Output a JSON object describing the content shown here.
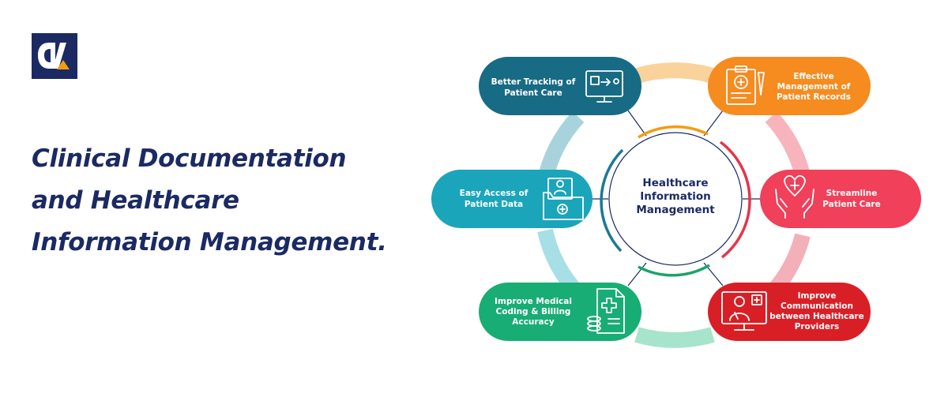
{
  "logo": {
    "name": "brand-logo",
    "colors": {
      "dark": "#1b2a63",
      "accent": "#f39c12"
    }
  },
  "headline": {
    "lines": [
      "Clinical Documentation",
      "and Healthcare",
      "Information Management."
    ]
  },
  "diagram": {
    "center": {
      "lines": [
        "Healthcare",
        "Information",
        "Management"
      ]
    },
    "nodes": [
      {
        "id": "tracking",
        "lines": [
          "Better Tracking of",
          "Patient Care"
        ],
        "color": "#186b84",
        "icon": "monitor-route-icon"
      },
      {
        "id": "records",
        "lines": [
          "Effective",
          "Management of",
          "Patient Records"
        ],
        "color": "#f68b1f",
        "icon": "medical-clipboard-icon"
      },
      {
        "id": "access",
        "lines": [
          "Easy Access of",
          "Patient Data"
        ],
        "color": "#1aa5ba",
        "icon": "patient-folder-icon"
      },
      {
        "id": "streamline",
        "lines": [
          "Streamline",
          "Patient Care"
        ],
        "color": "#f0405a",
        "icon": "caring-hands-icon"
      },
      {
        "id": "coding",
        "lines": [
          "Improve Medical",
          "Coding & Billing",
          "Accuracy"
        ],
        "color": "#18ad74",
        "icon": "medical-bill-icon"
      },
      {
        "id": "communication",
        "lines": [
          "Improve",
          "Communication",
          "between Healthcare",
          "Providers"
        ],
        "color": "#d91f26",
        "icon": "doctor-screen-icon"
      }
    ],
    "ring_colors": {
      "top": "#f9d39b",
      "upper_left": "#9ed6df",
      "lower_left": "#9fdbe3",
      "bottom": "#9fe0c4",
      "right": "#f7a3ad"
    }
  }
}
